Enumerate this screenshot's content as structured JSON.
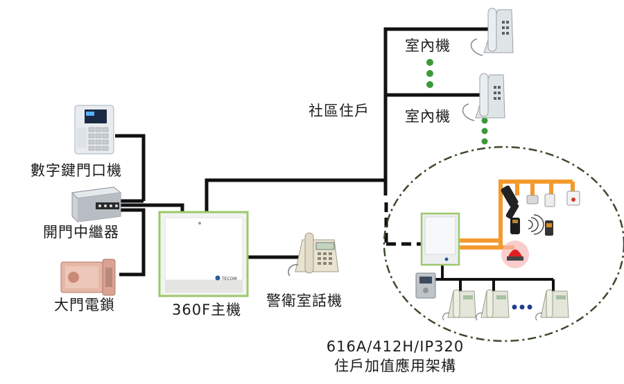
{
  "labels": {
    "indoor_unit_top": "室內機",
    "indoor_unit_bottom": "室內機",
    "community_residents": "社區住戶",
    "digital_keypad": "數字鍵門口機",
    "door_relay": "開門中繼器",
    "door_lock": "大門電鎖",
    "host_360f": "360F主機",
    "guard_phone": "警衛室話機",
    "architecture_line1": "616A/412H/IP320",
    "architecture_line2": "住戶加值應用架構"
  },
  "host_brand": "TECOM",
  "colors": {
    "wire": "#111111",
    "orange_wire": "#f39a2e",
    "green_dots": "#3a9a3a",
    "dashed_circle": "#3a4a2a",
    "device_border": "#9cc86a"
  },
  "icons": [
    "keypad-icon",
    "relay-box-icon",
    "electric-lock-icon",
    "host-cabinet-icon",
    "desk-phone-icon",
    "intercom-phone-icon",
    "siren-icon",
    "sensor-icon",
    "remote-icon"
  ]
}
